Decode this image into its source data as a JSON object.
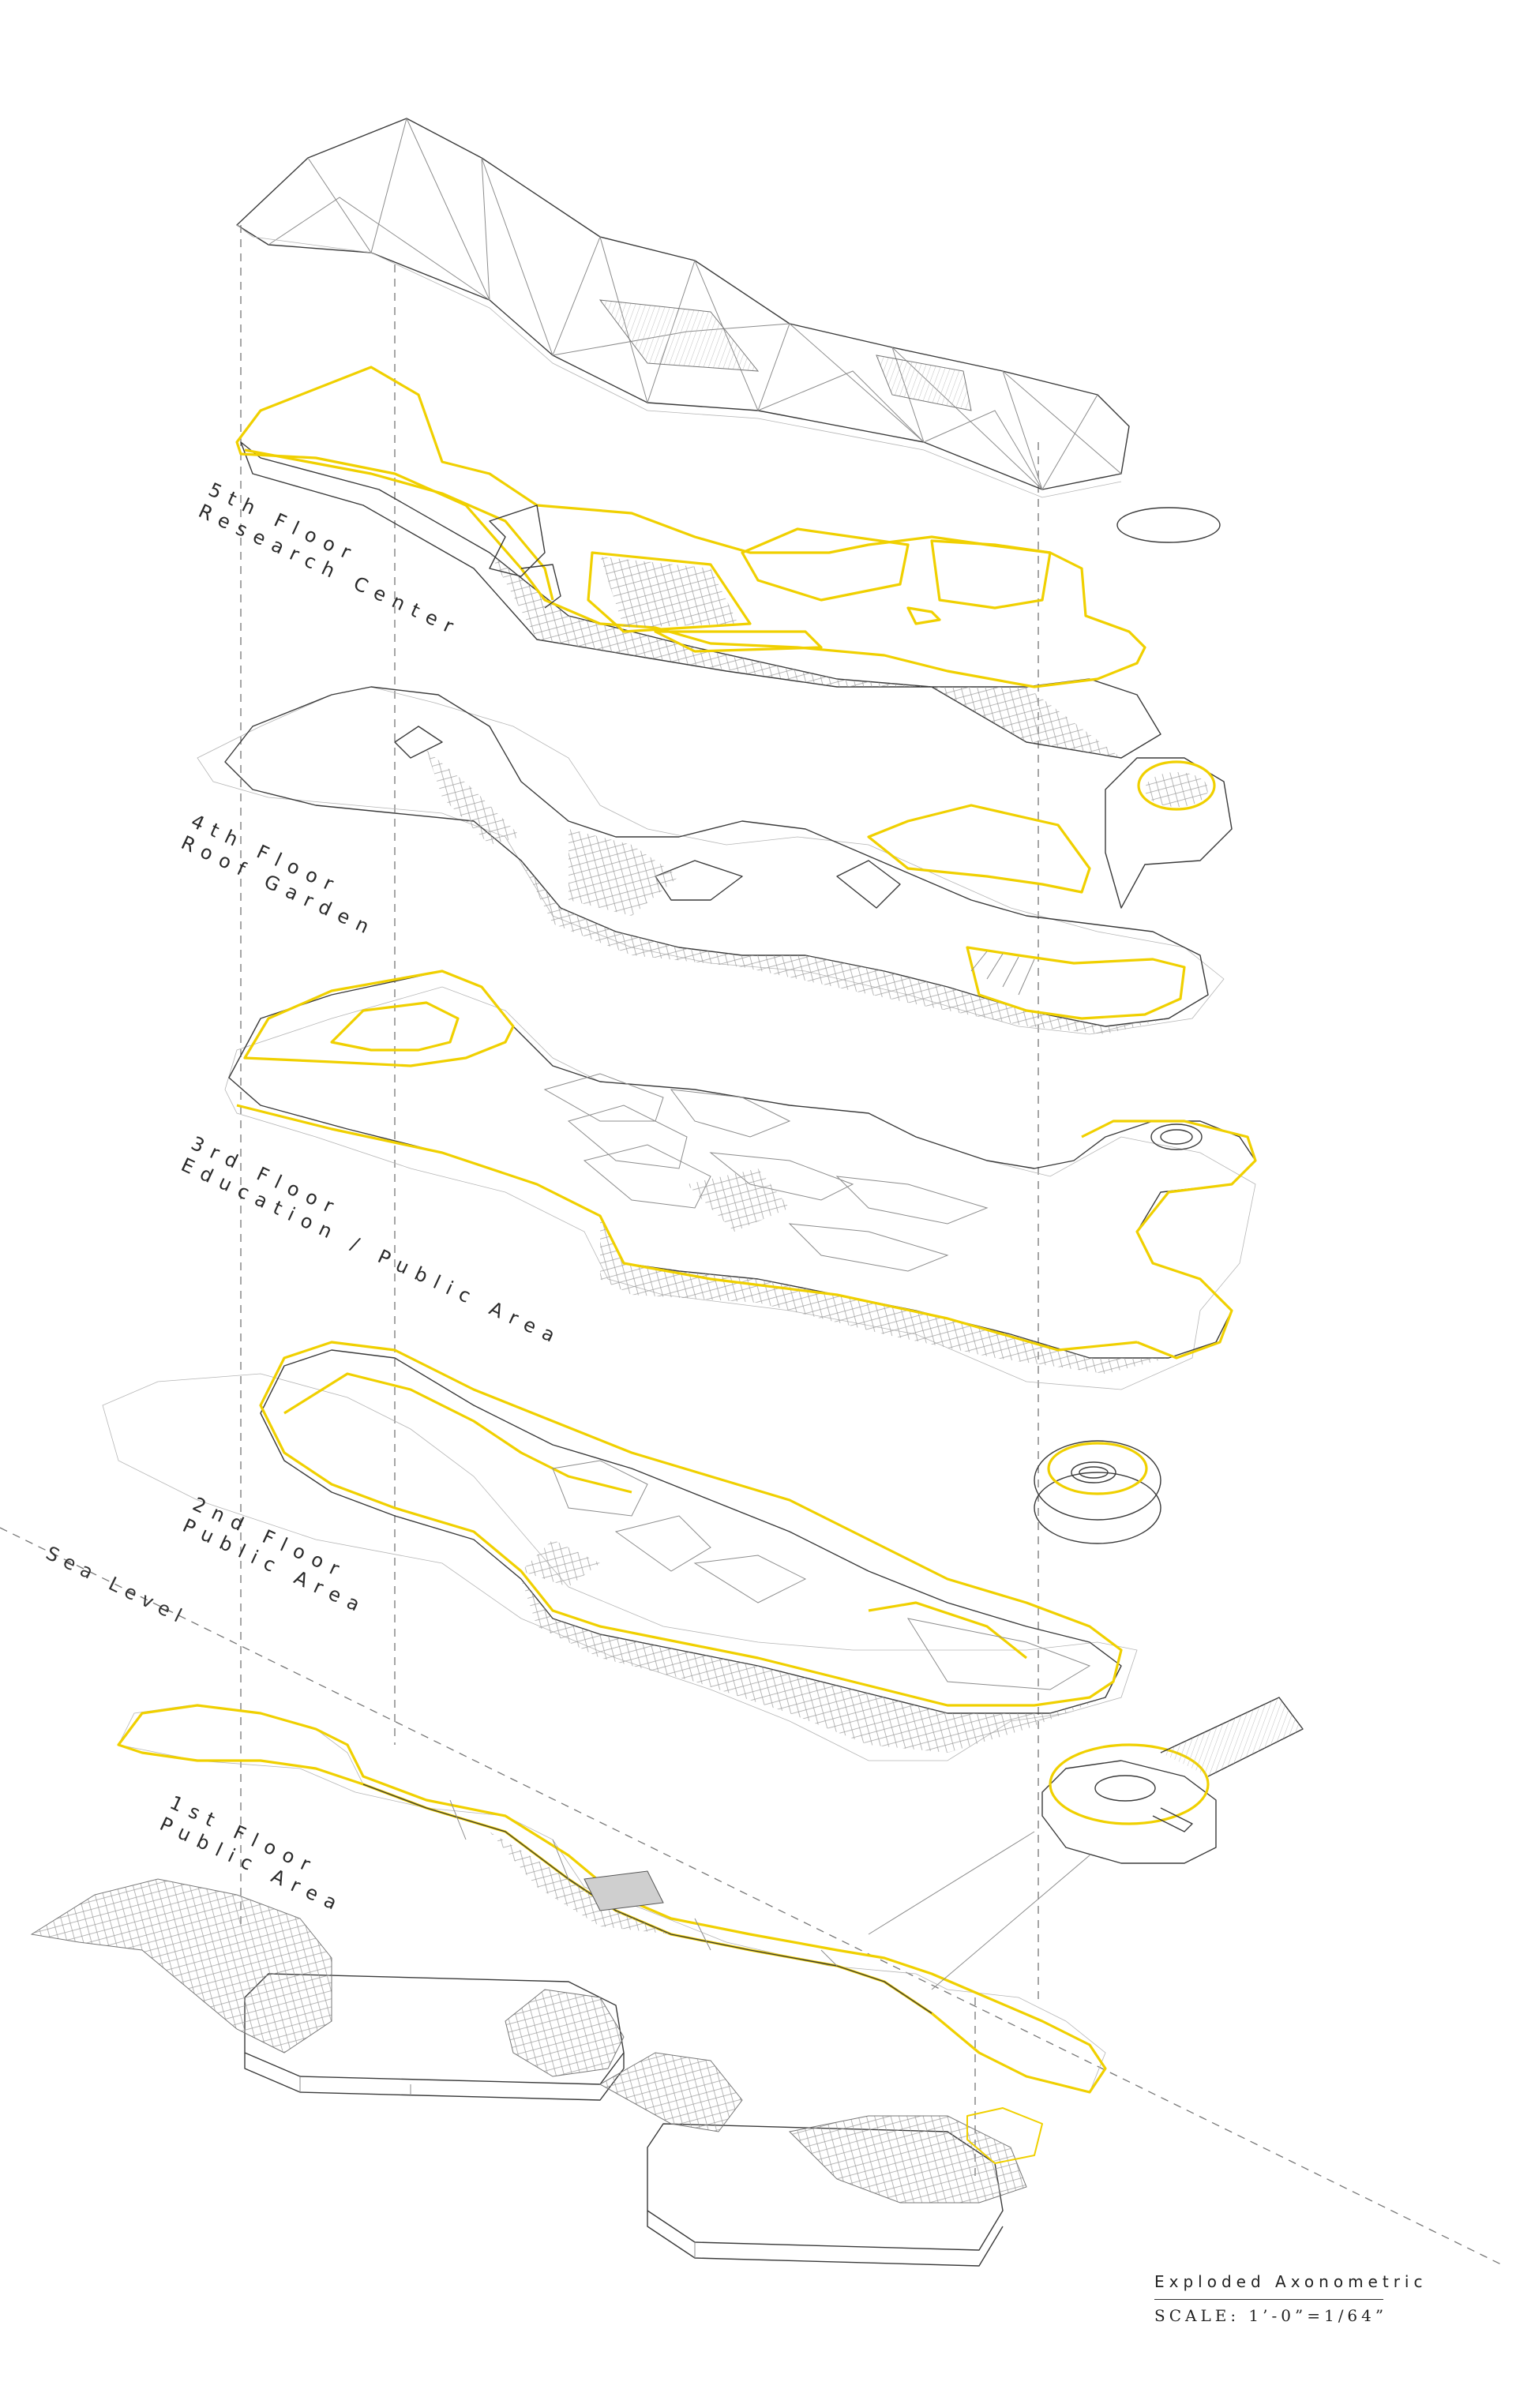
{
  "floors": [
    {
      "line1": "5th Floor",
      "line2": "Research Center"
    },
    {
      "line1": "4th Floor",
      "line2": "Roof Garden"
    },
    {
      "line1": "3rd Floor",
      "line2": "Education / Public Area"
    },
    {
      "line1": "2nd Floor",
      "line2": "Public Area"
    },
    {
      "line1": "1st Floor",
      "line2": "Public Area"
    }
  ],
  "sea_level_label": "Sea Level",
  "title_block": {
    "title": "Exploded Axonometric",
    "scale": "SCALE: 1’-0”=1/64”"
  },
  "colors": {
    "highlight": "#f0d000",
    "linework": "#3a3a3a",
    "background": "#ffffff"
  }
}
